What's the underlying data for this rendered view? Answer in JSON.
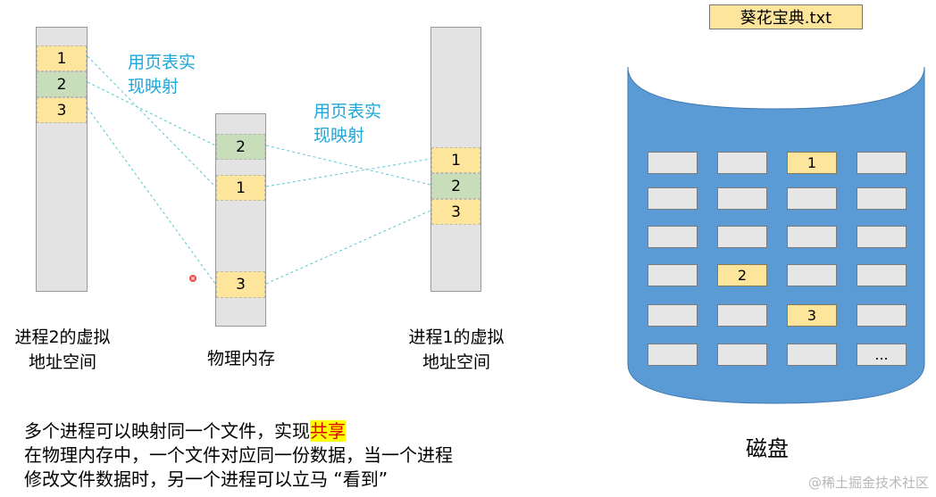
{
  "process2": {
    "caption_line1": "进程2的虚拟",
    "caption_line2": "地址空间",
    "pages": [
      "1",
      "2",
      "3"
    ]
  },
  "physical_memory": {
    "caption": "物理内存",
    "frames": [
      "2",
      "1",
      "3"
    ]
  },
  "process1": {
    "caption_line1": "进程1的虚拟",
    "caption_line2": "地址空间",
    "pages": [
      "1",
      "2",
      "3"
    ]
  },
  "mapping_label_left": {
    "line1": "用页表实",
    "line2": "现映射"
  },
  "mapping_label_right": {
    "line1": "用页表实",
    "line2": "现映射"
  },
  "disk": {
    "file_name": "葵花宝典.txt",
    "label": "磁盘",
    "block_1": "1",
    "block_2": "2",
    "block_3": "3",
    "ellipsis": "..."
  },
  "description": {
    "line1_prefix": "多个进程可以映射同一个文件，实现",
    "line1_highlight": "共享",
    "line2": "在物理内存中，一个文件对应同一份数据，当一个进程",
    "line3": "修改文件数据时，另一个进程可以立马 “看到”"
  },
  "watermark": "@稀土掘金技术社区",
  "colors": {
    "page_yellow": "#fde59b",
    "page_green": "#c8ddb9",
    "mapping_line": "#5cc7cf",
    "mapping_text": "#1fa6d8",
    "disk_blue": "#5b9bd5",
    "highlight_bg": "#ffff00",
    "highlight_text": "#e00000"
  }
}
